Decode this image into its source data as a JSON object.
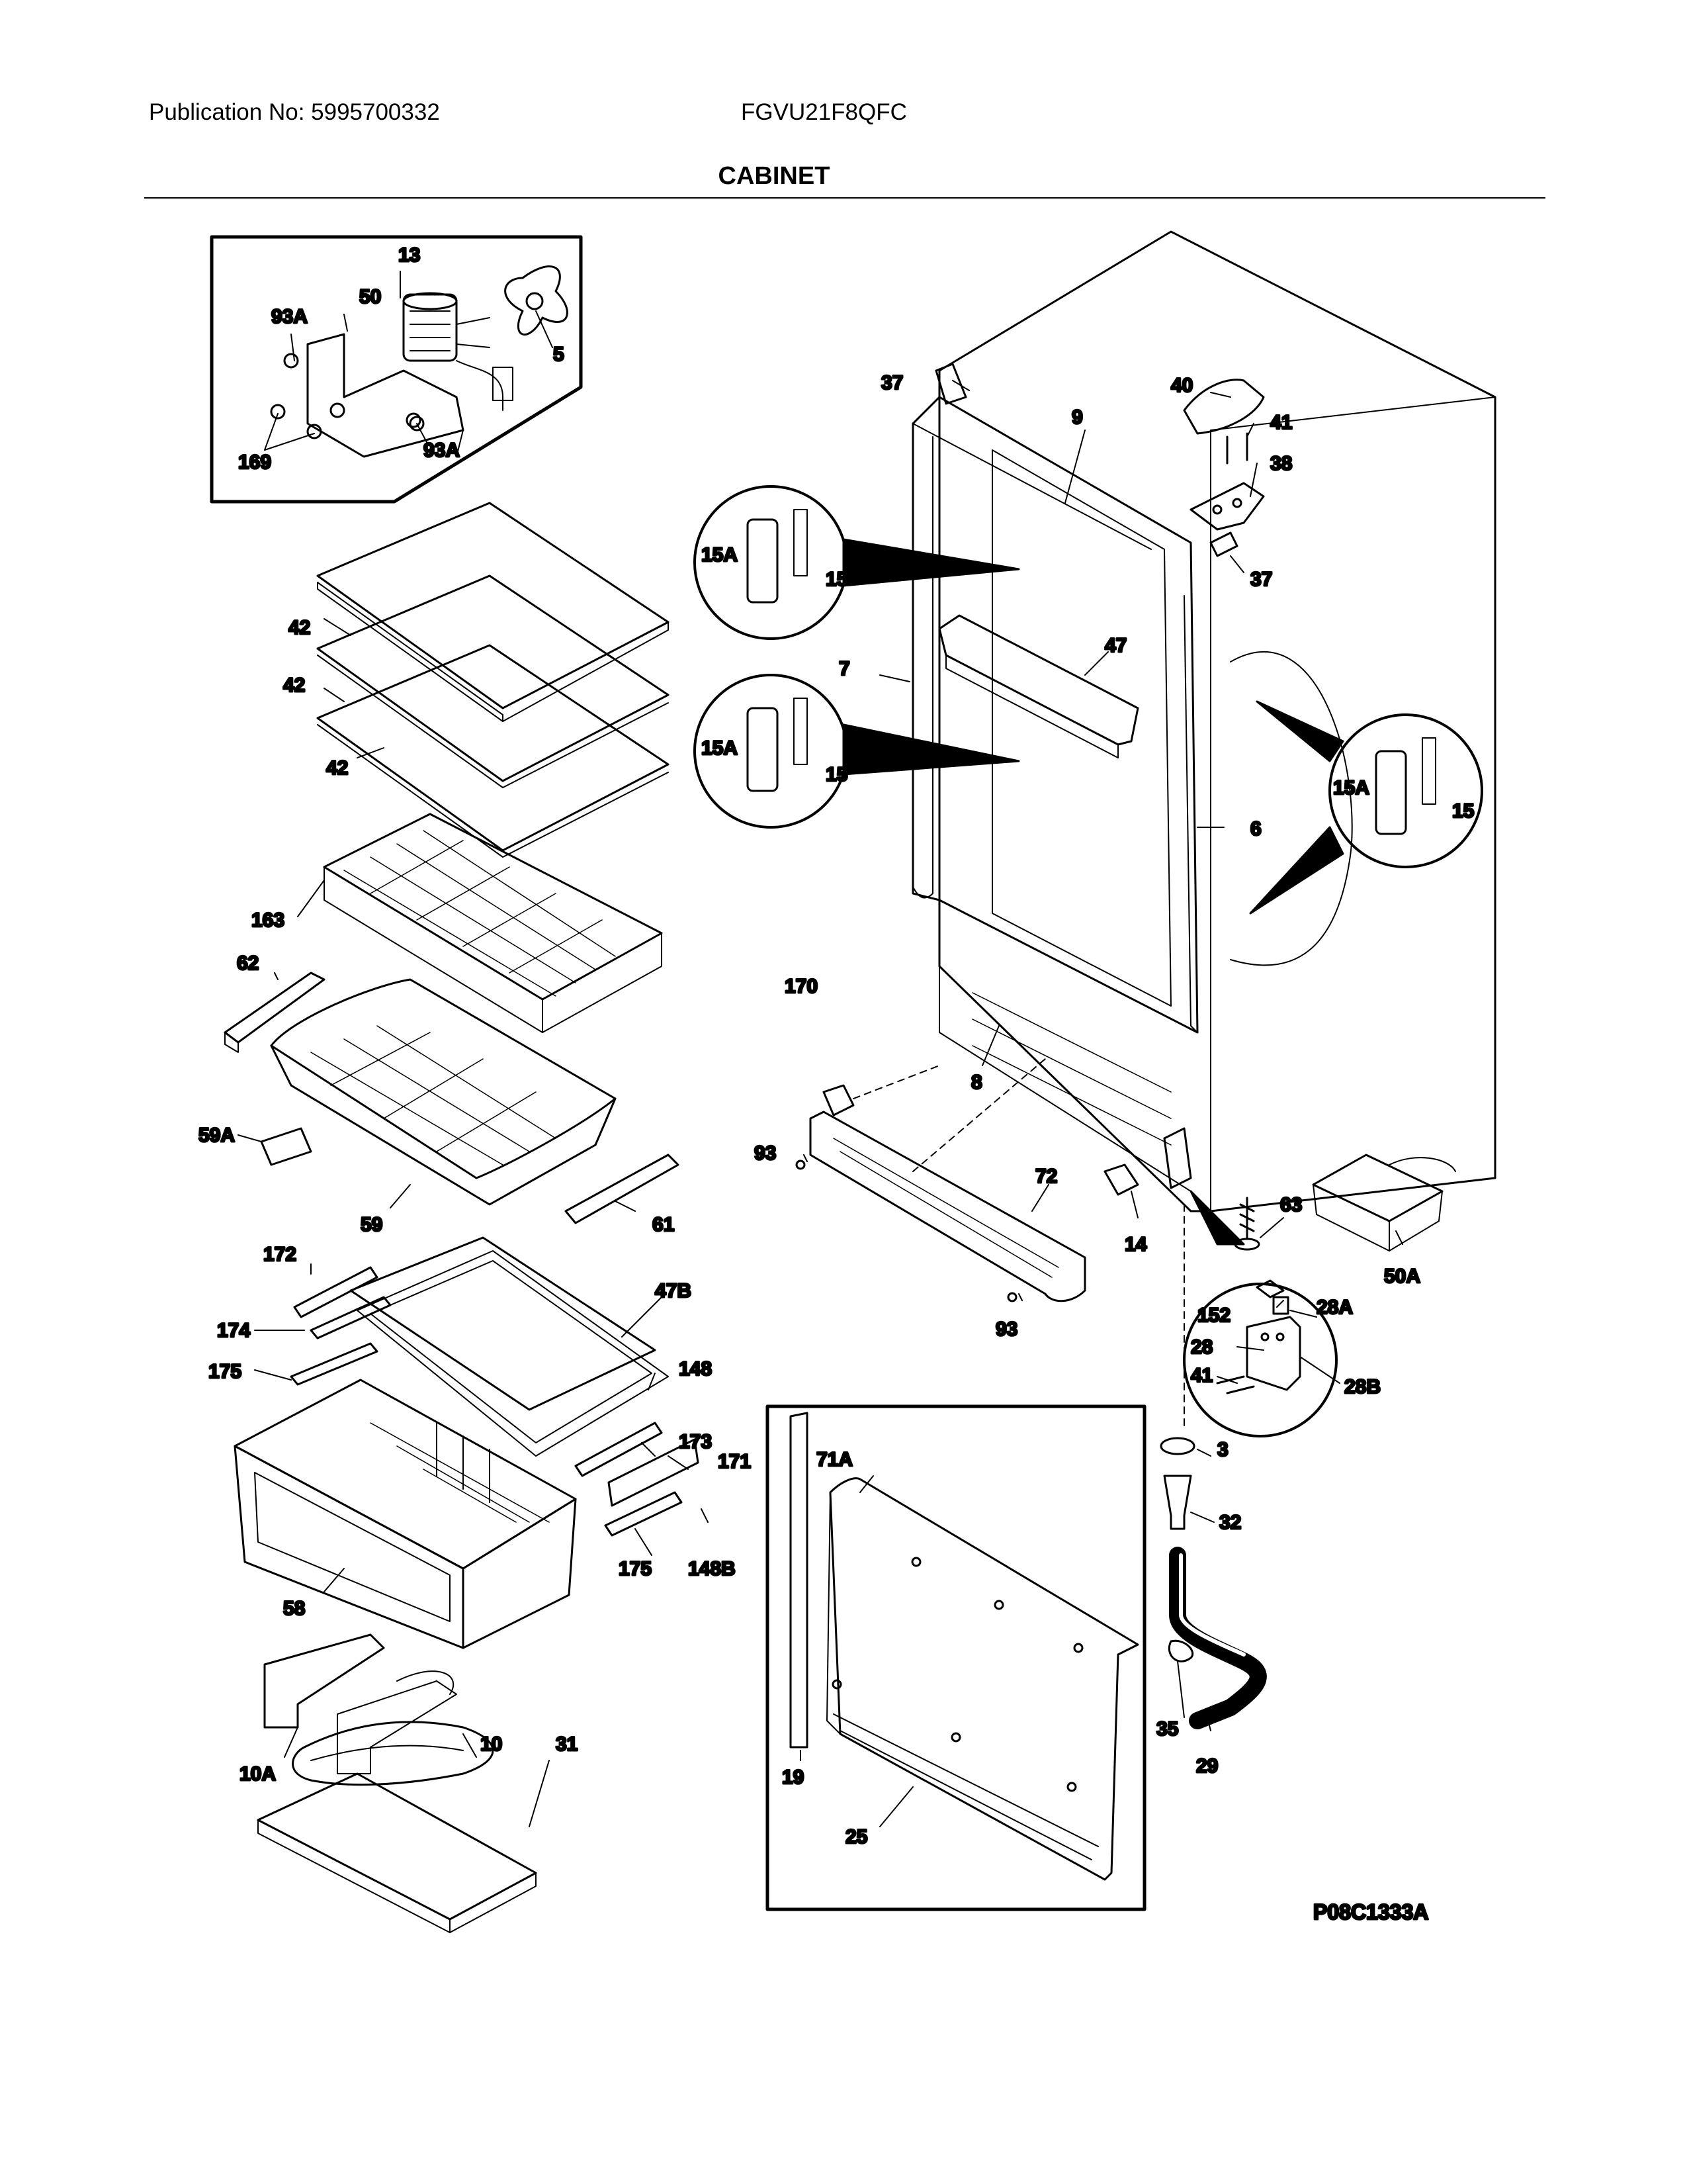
{
  "header": {
    "publication": "Publication No: 5995700332",
    "model": "FGVU21F8QFC",
    "title": "CABINET"
  },
  "reference_code": "P08C1333A",
  "part_labels": {
    "p13": "13",
    "p50": "50",
    "p93a_1": "93A",
    "p5": "5",
    "p169": "169",
    "p93a_2": "93A",
    "p42_1": "42",
    "p42_2": "42",
    "p42_3": "42",
    "p163": "163",
    "p62": "62",
    "p59a": "59A",
    "p59": "59",
    "p61": "61",
    "p172": "172",
    "p174": "174",
    "p175_1": "175",
    "p47b": "47B",
    "p148": "148",
    "p173": "173",
    "p171": "171",
    "p175_2": "175",
    "p148b": "148B",
    "p58": "58",
    "p10a": "10A",
    "p10": "10",
    "p31": "31",
    "p37_1": "37",
    "p9": "9",
    "p40": "40",
    "p41_1": "41",
    "p38": "38",
    "p37_2": "37",
    "p15a_1": "15A",
    "p15_1": "15",
    "p15a_2": "15A",
    "p15_2": "15",
    "p15a_3": "15A",
    "p15_3": "15",
    "p47": "47",
    "p7": "7",
    "p6": "6",
    "p170": "170",
    "p8": "8",
    "p93_1": "93",
    "p72": "72",
    "p93_2": "93",
    "p14": "14",
    "p63": "63",
    "p50a": "50A",
    "p152": "152",
    "p28a": "28A",
    "p28": "28",
    "p41_2": "41",
    "p28b": "28B",
    "p3": "3",
    "p32": "32",
    "p35": "35",
    "p29": "29",
    "p71a": "71A",
    "p19": "19",
    "p25": "25"
  }
}
